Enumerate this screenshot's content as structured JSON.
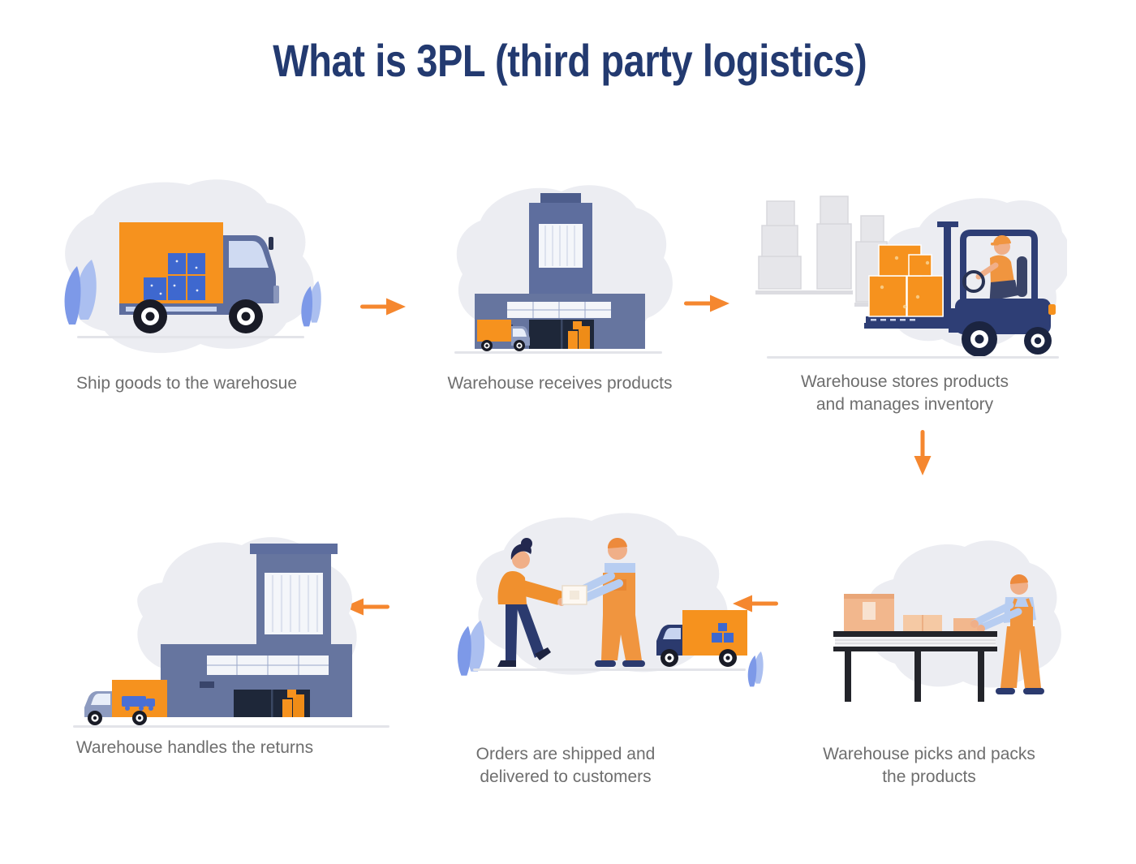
{
  "title": "What is 3PL (third party logistics)",
  "steps": [
    {
      "caption": "Ship goods to the warehosue",
      "illustration": "delivery-truck"
    },
    {
      "caption": "Warehouse receives products",
      "illustration": "warehouse-building-with-truck"
    },
    {
      "caption": "Warehouse stores products and manages inventory",
      "illustration": "forklift-stacking-boxes"
    },
    {
      "caption": "Warehouse picks and packs the products",
      "illustration": "worker-packing-at-table"
    },
    {
      "caption": "Orders are  shipped and delivered to customers",
      "illustration": "courier-handing-package-to-customer"
    },
    {
      "caption": "Warehouse handles the returns",
      "illustration": "warehouse-building-returns-truck"
    }
  ],
  "flow_arrows": [
    {
      "from": 1,
      "to": 2,
      "direction": "right"
    },
    {
      "from": 2,
      "to": 3,
      "direction": "right"
    },
    {
      "from": 3,
      "to": 4,
      "direction": "down"
    },
    {
      "from": 4,
      "to": 5,
      "direction": "left"
    },
    {
      "from": 5,
      "to": 6,
      "direction": "left"
    }
  ],
  "colors": {
    "title": "#233a70",
    "caption": "#6e6e6e",
    "arrow": "#f5872f",
    "orange": "#f6921e",
    "overalls_orange": "#f0953f",
    "navy": "#2e3e75",
    "steel_blue": "#5e6e9e",
    "doorway": "#1e2739",
    "box_blue": "#3e68cf",
    "skin": "#f0af88",
    "shirt_blue": "#b7cdf1",
    "blob_gray": "#ecedf2"
  }
}
